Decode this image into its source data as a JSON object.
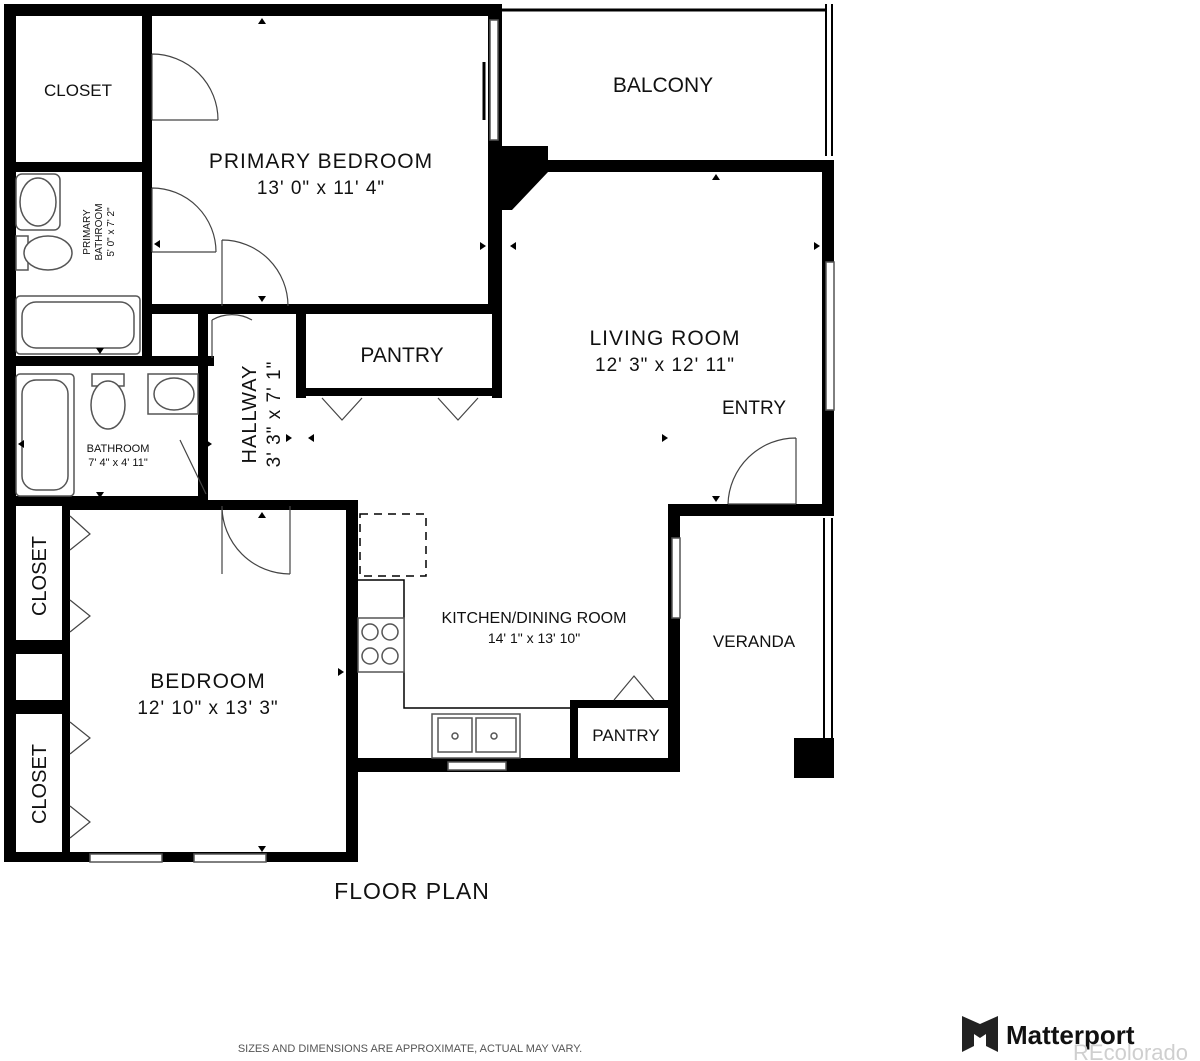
{
  "rooms": {
    "closet_top": "CLOSET",
    "primary_bedroom": {
      "name": "PRIMARY BEDROOM",
      "dims": "13' 0\" x 11' 4\""
    },
    "balcony": "BALCONY",
    "primary_bathroom": {
      "line1": "PRIMARY",
      "line2": "BATHROOM",
      "dims": "5' 0\" x 7' 2\""
    },
    "living_room": {
      "name": "LIVING ROOM",
      "dims": "12' 3\" x 12' 11\""
    },
    "pantry_top": "PANTRY",
    "entry": "ENTRY",
    "hallway": {
      "name": "HALLWAY",
      "dims": "3' 3\" x 7' 1\""
    },
    "bathroom": {
      "name": "BATHROOM",
      "dims": "7' 4\" x 4' 11\""
    },
    "closet_left_top": "CLOSET",
    "closet_left_bottom": "CLOSET",
    "bedroom": {
      "name": "BEDROOM",
      "dims": "12' 10\" x 13' 3\""
    },
    "kitchen": {
      "name": "KITCHEN/DINING ROOM",
      "dims": "14' 1\" x 13' 10\""
    },
    "veranda": "VERANDA",
    "pantry_bottom": "PANTRY"
  },
  "plan_title": "FLOOR PLAN",
  "footer": {
    "disclaimer": "SIZES AND DIMENSIONS ARE APPROXIMATE, ACTUAL MAY VARY.",
    "brand": "Matterport",
    "watermark": "REcolorado"
  }
}
